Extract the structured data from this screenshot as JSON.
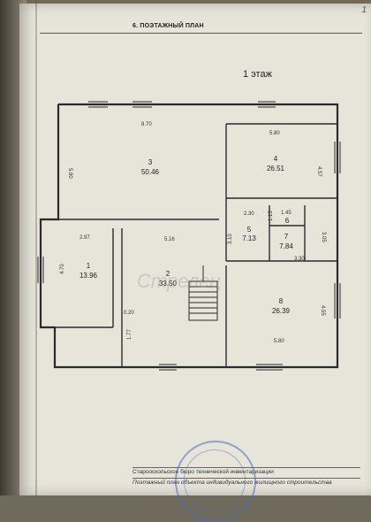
{
  "page": {
    "corner_mark": "1"
  },
  "header": {
    "section_title": "6. ПОЭТАЖНЫЙ ПЛАН",
    "floor_label": "1 этаж"
  },
  "rooms": [
    {
      "number": "1",
      "area": "13.96"
    },
    {
      "number": "2",
      "area": "33.50"
    },
    {
      "number": "3",
      "area": "50.46"
    },
    {
      "number": "4",
      "area": "26.51"
    },
    {
      "number": "5",
      "area": "7.13"
    },
    {
      "number": "6",
      "area": ""
    },
    {
      "number": "7",
      "area": "7.84"
    },
    {
      "number": "8",
      "area": "26.39"
    }
  ],
  "dimensions": {
    "top_wall": "8.70",
    "room3_left": "5.80",
    "room4_top": "5.80",
    "room4_right": "4.57",
    "room1_top": "2.97",
    "room1_left": "4.70",
    "room2_top": "5.16",
    "room5_top": "2.30",
    "room5_left": "3.10",
    "room5_right": "1.15",
    "room6_top": "1.45",
    "room7_right": "3.05",
    "room7_bottom": "3.30",
    "room8_right": "4.55",
    "room8_bottom": "5.80",
    "small_020": "0.20",
    "small_177": "1.77"
  },
  "footer": {
    "line1": "Старооскольское бюро технической инвентаризации",
    "line2": "Поэтажный план объекта индивидуального жилищного строительства"
  },
  "watermark": "Стрелец"
}
